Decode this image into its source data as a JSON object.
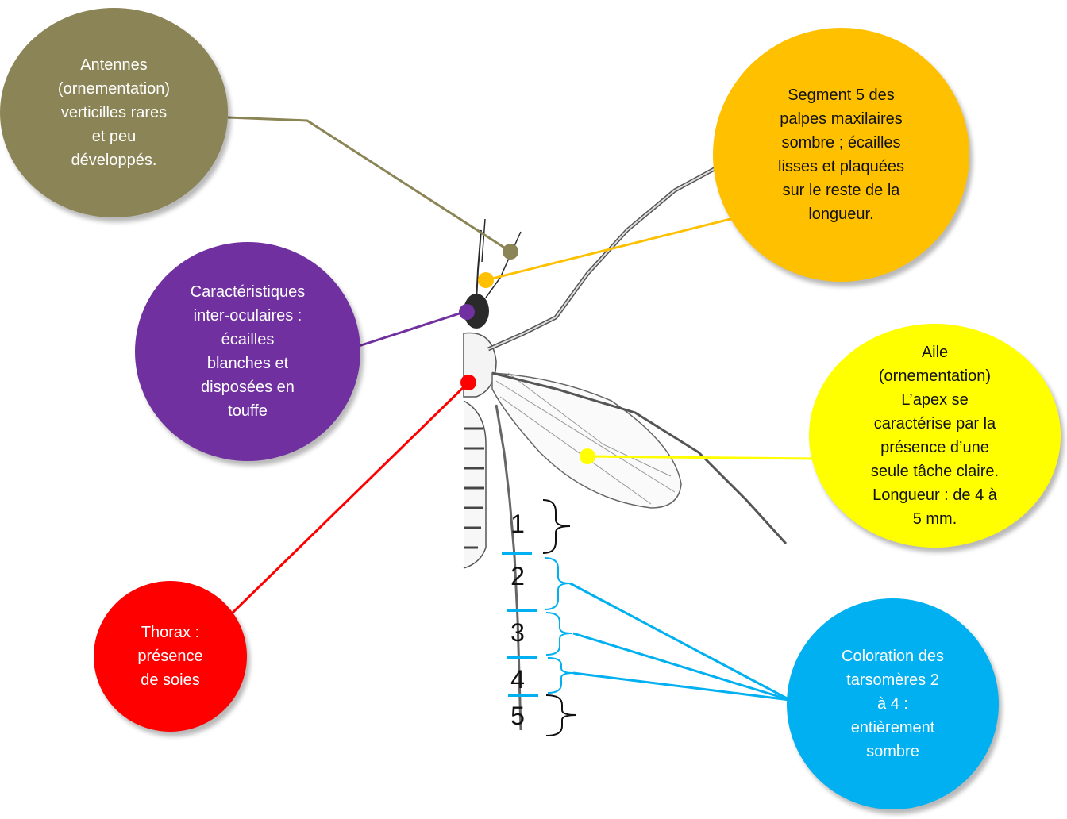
{
  "colors": {
    "antennes": "#8b8456",
    "segment5": "#ffc000",
    "inter_oculaires": "#7030a0",
    "aile": "#ffff00",
    "thorax": "#ff0000",
    "tarsomeres": "#00b0f0"
  },
  "callouts": {
    "antennes": "Antennes\n(ornementation)\nverticilles rares\net peu\ndéveloppés.",
    "segment5": "Segment 5 des\npalpes maxilaires\nsombre ; écailles\nlisses et plaquées\nsur le reste de la\nlongueur.",
    "inter_oculaires": "Caractéristiques\ninter-oculaires :\nécailles\nblanches et\ndisposées en\ntouffe",
    "aile": "Aile\n(ornementation)\nL’apex se\ncaractérise par la\nprésence d’une\nseule tâche claire.\nLongueur : de 4 à\n5 mm.",
    "thorax": "Thorax :\nprésence\nde soies",
    "tarsomeres": "Coloration des\ntarsomères  2\nà 4 :\nentièrement\nsombre"
  },
  "tarsomere_numbers": [
    "1",
    "2",
    "3",
    "4",
    "5"
  ]
}
